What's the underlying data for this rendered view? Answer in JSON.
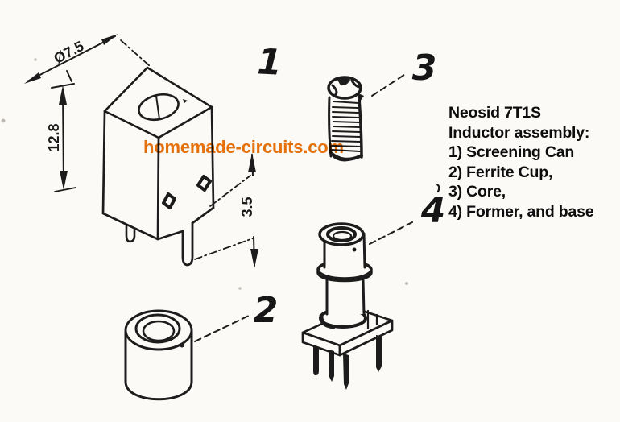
{
  "figure": {
    "type": "technical-exploded-view-diagram",
    "ink_color": "#1c1c1c",
    "paper_color": "#fbfaf7"
  },
  "watermark": {
    "text": "homemade-circuits.com",
    "color": "#e8730c"
  },
  "caption": {
    "line1": "Neosid 7T1S",
    "line2": "Inductor assembly:",
    "items": [
      "1) Screening Can",
      "2) Ferrite Cup,",
      "3) Core,",
      "4) Former, and base"
    ]
  },
  "dimensions": {
    "can_width": "Ø7.5",
    "can_height": "12.8",
    "pin_length": "3.5"
  },
  "part_numbers": {
    "screening_can": "1",
    "ferrite_cup": "2",
    "core": "3",
    "former": "4"
  }
}
